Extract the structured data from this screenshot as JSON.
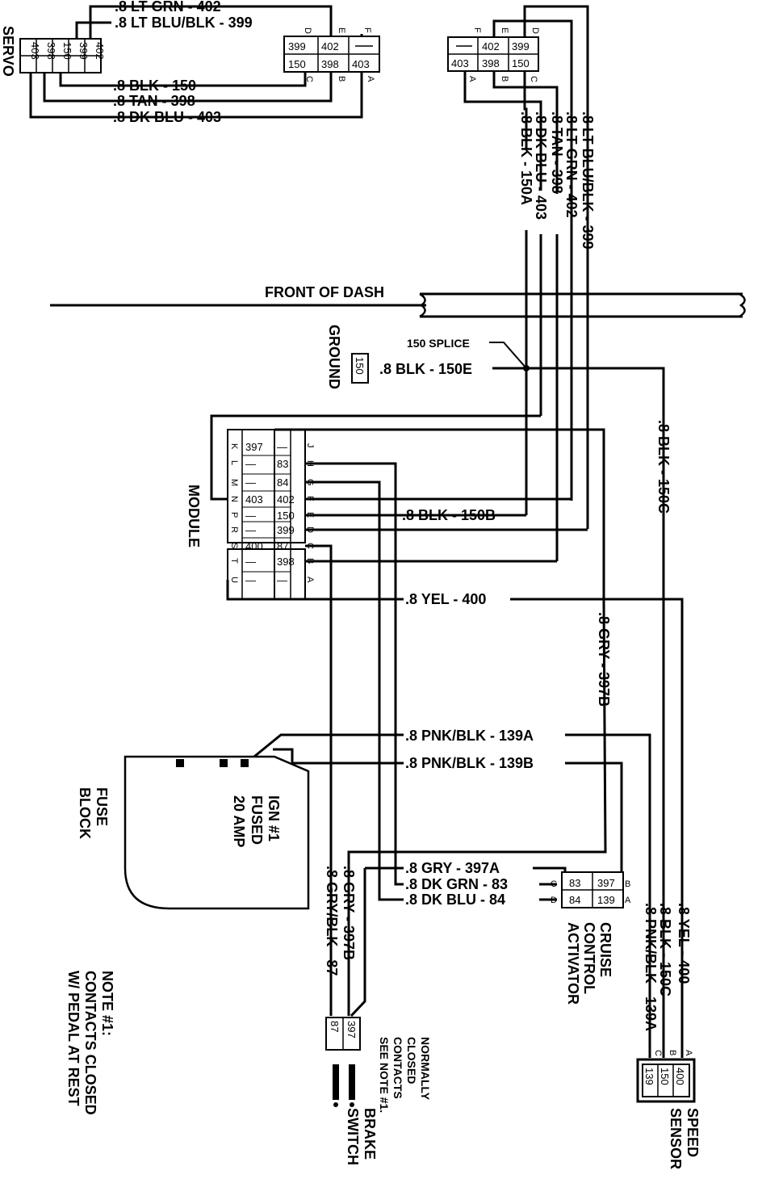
{
  "labels": {
    "servo": "SERVO",
    "front_of_dash": "FRONT OF DASH",
    "ground": "GROUND",
    "module": "MODULE",
    "splice_150": "150 SPLICE",
    "fuse_block": [
      "FUSE",
      "BLOCK"
    ],
    "fuse": [
      "IGN #1",
      "FUSED",
      "20 AMP"
    ],
    "activator": [
      "CRUISE",
      "CONTROL",
      "ACTIVATOR"
    ],
    "speed_sensor": [
      "SPEED",
      "SENSOR"
    ],
    "brake_switch": [
      "BRAKE",
      "SWITCH"
    ],
    "normally_closed": [
      "NORMALLY",
      "CLOSED",
      "CONTACTS",
      "SEE NOTE #1."
    ],
    "note": [
      "NOTE #1:",
      "CONTACTS CLOSED",
      "W/ PEDAL AT REST"
    ]
  },
  "wires": {
    "w402": ".8 LT GRN - 402",
    "w399": ".8 LT BLU/BLK - 399",
    "w150": ".8 BLK - 150",
    "w398": ".8 TAN - 398",
    "w403": ".8 DK BLU - 403",
    "v399": ".8 LT BLU/BLK - 399",
    "v402": ".8 LT GRN - 402",
    "v398": ".8 TAN - 398",
    "v403": ".8 DK BLU - 403",
    "v150a": ".8 BLK - 150A",
    "w150e": ".8 BLK - 150E",
    "w150c": ".8 BLK - 150C",
    "w150b": ".8 BLK - 150B",
    "w400": ".8 YEL - 400",
    "w397b": ".8 GRY - 397B",
    "w139a": ".8 PNK/BLK - 139A",
    "w139b": ".8 PNK/BLK - 139B",
    "w397a": ".8 GRY - 397A",
    "w83": ".8 DK GRN - 83",
    "w84": ".8 DK BLU - 84",
    "b87": ".8 GRY/BLK - 87",
    "b397b": ".8 GRY - 397B",
    "s400": ".8 YEL - 400",
    "s150c": ".8 BLK - 150C",
    "s139a": ".8 PNK/BLK - 139A"
  },
  "connectors": {
    "servo_pins": [
      "402",
      "399",
      "150",
      "398",
      "403"
    ],
    "servo_harness": {
      "c399": "399",
      "c402": "402",
      "c150": "150",
      "c398": "398",
      "c403": "403",
      "p_d": "D",
      "p_e": "E",
      "p_f": "F",
      "p_c": "C",
      "p_b": "B",
      "p_a": "A"
    },
    "right_conn": {
      "c402": "402",
      "c399": "399",
      "c403": "403",
      "c398": "398",
      "c150": "150",
      "p_f": "F",
      "p_e": "E",
      "p_d": "D",
      "p_a": "A",
      "p_b": "B",
      "p_c": "C"
    },
    "ground": "150",
    "module": {
      "r1": [
        "397",
        "—"
      ],
      "r2": [
        "—",
        "83"
      ],
      "r3": [
        "—",
        "84"
      ],
      "r4": [
        "403",
        "402"
      ],
      "r5": [
        "—",
        "150"
      ],
      "r6": [
        "—",
        "399"
      ],
      "r7": [
        "400",
        "87"
      ],
      "r8": [
        "—",
        "398"
      ],
      "r9": [
        "—",
        "—"
      ],
      "left_pins": [
        "K",
        "L",
        "M",
        "N",
        "P",
        "R",
        "S",
        "T",
        "U"
      ],
      "right_pins": [
        "J",
        "H",
        "G",
        "F",
        "E",
        "D",
        "C",
        "B",
        "A"
      ]
    },
    "activator": {
      "r1": [
        "83",
        "397"
      ],
      "r2": [
        "84",
        "139"
      ],
      "pins": [
        "C",
        "D",
        "B",
        "A"
      ]
    },
    "brake": [
      "87",
      "397"
    ],
    "sensor": {
      "cells": [
        "139",
        "150",
        "400"
      ],
      "pins": [
        "C",
        "B",
        "A"
      ]
    }
  }
}
